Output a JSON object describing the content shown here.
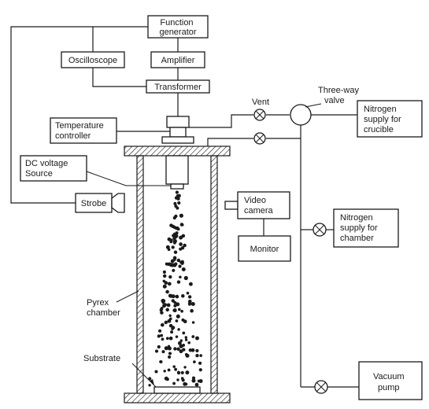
{
  "labels": {
    "function_generator": [
      "Function",
      "generator"
    ],
    "amplifier": "Amplifier",
    "oscilloscope": "Oscilloscope",
    "transformer": "Transformer",
    "temperature_controller": [
      "Temperature",
      "controller"
    ],
    "dc_voltage_source": [
      "DC voltage",
      "Source"
    ],
    "strobe": "Strobe",
    "vent": "Vent",
    "three_way_valve": [
      "Three-way",
      "valve"
    ],
    "nitrogen_crucible": [
      "Nitrogen",
      "supply for",
      "crucible"
    ],
    "video_camera": [
      "Video",
      "camera"
    ],
    "monitor": "Monitor",
    "nitrogen_chamber": [
      "Nitrogen",
      "supply for",
      "chamber"
    ],
    "pyrex_chamber": [
      "Pyrex",
      "chamber"
    ],
    "substrate": "Substrate",
    "vacuum_pump": [
      "Vacuum",
      "pump"
    ]
  }
}
